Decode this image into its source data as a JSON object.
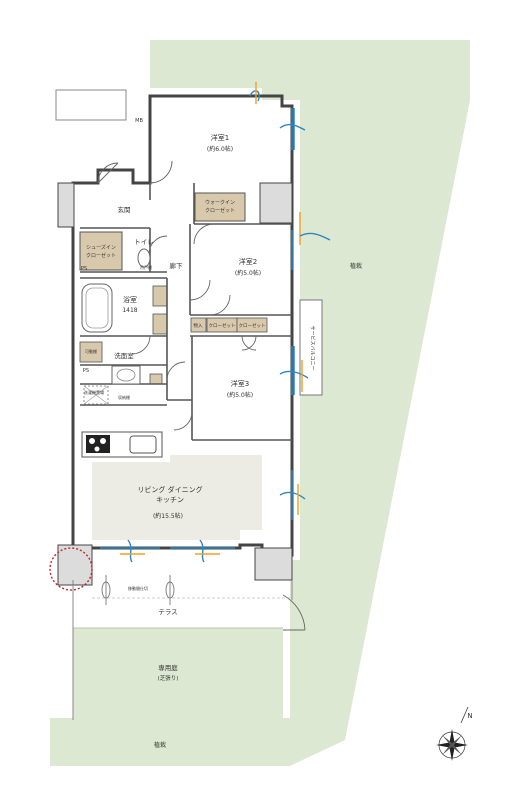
{
  "rooms": {
    "western1": {
      "name": "洋室1",
      "size": "(約6.0帖)"
    },
    "western2": {
      "name": "洋室2",
      "size": "(約5.0帖)"
    },
    "western3": {
      "name": "洋室3",
      "size": "(約5.0帖)"
    },
    "ldk": {
      "line1": "リビング ダイニング",
      "line2": "キッチン",
      "size": "(約15.5帖)"
    },
    "bath": {
      "name": "浴室",
      "size": "1418"
    },
    "washroom": "洗面室",
    "toilet": "トイレ",
    "entrance": "玄関",
    "hallway": "廊下",
    "terrace": "テラス",
    "private_garden": {
      "name": "専用庭",
      "note": "(芝張り)"
    }
  },
  "storage": {
    "shoes_in_closet": {
      "line1": "シューズイン",
      "line2": "クローゼット"
    },
    "walk_in_closet": {
      "line1": "ウォークイン",
      "line2": "クローゼット"
    },
    "closet_a": "クローゼット",
    "closet_b": "クローゼット",
    "storage": "物入"
  },
  "marks": {
    "mb": "MB",
    "ps_1": "PS",
    "ps_2": "PS",
    "planting_east": "植栽",
    "planting_south": "植栽",
    "service_balcony": "サービスバルコニー",
    "toilet_shelf": "吊戸棚",
    "wash_machine": "洗濯機置場",
    "movable_partition": "移動間仕切",
    "small_label_1": "可動棚",
    "small_label_2": "収納棚",
    "compass_n": "N"
  },
  "colors": {
    "garden": "#dde8d2",
    "ldk_floor": "#ecebe4",
    "closet_fill": "#d8c9ac",
    "accent_orange": "#f0a020",
    "accent_blue": "#2d86c4",
    "wall": "#444444"
  }
}
